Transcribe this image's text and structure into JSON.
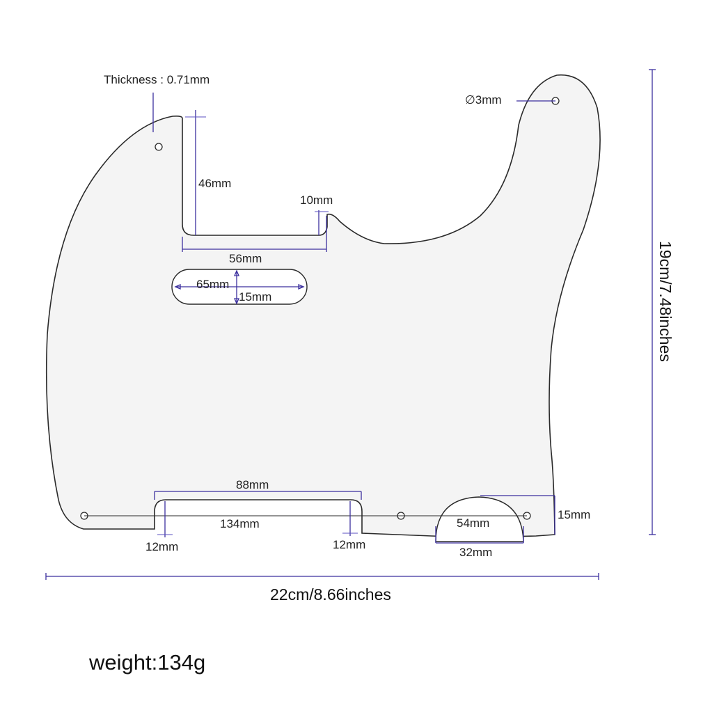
{
  "labels": {
    "thickness": "Thickness : 0.71mm",
    "hole_diameter": "∅3mm",
    "neck_depth": "46mm",
    "neck_step": "10mm",
    "neck_width": "56mm",
    "pickup_length": "65mm",
    "pickup_height": "15mm",
    "bridge_width": "88mm",
    "mount_span": "134mm",
    "bridge_left_tab": "12mm",
    "bridge_right_tab": "12mm",
    "jack_height": "15mm",
    "jack_width": "54mm",
    "jack_base": "32mm",
    "overall_width": "22cm/8.66inches",
    "overall_height": "19cm/7.48inches",
    "weight": "weight:134g"
  },
  "colors": {
    "dimension_line": "#3b2f9e",
    "outline": "#2a2a2a",
    "plate_fill": "#f4f4f4"
  }
}
